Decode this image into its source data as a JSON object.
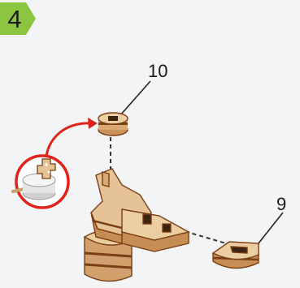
{
  "step": {
    "number": "4",
    "badge_color": "#8cc540"
  },
  "callouts": [
    {
      "id": "part-10",
      "label": "10"
    },
    {
      "id": "part-9",
      "label": "9"
    }
  ],
  "icons": {
    "glue": "glue-pot-icon",
    "arrow": "red-curved-arrow-icon"
  },
  "colors": {
    "wood_light": "#e6c397",
    "wood_mid": "#d2a06c",
    "wood_edge": "#7a3f14",
    "arrow_red": "#e0231a",
    "leader_dash": "#333333"
  }
}
